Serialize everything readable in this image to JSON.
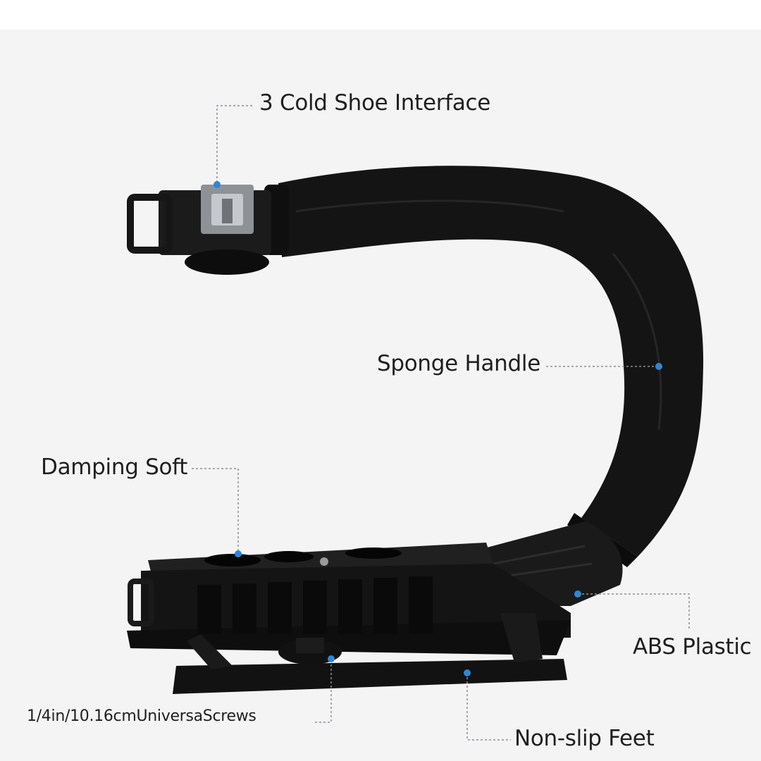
{
  "callouts": {
    "cold_shoe": "3 Cold Shoe Interface",
    "sponge_handle": "Sponge Handle",
    "damping_soft": "Damping Soft",
    "abs_plastic": "ABS Plastic",
    "screws": "1/4in/10.16cmUniversaScrews",
    "non_slip_feet": "Non-slip Feet"
  },
  "colors": {
    "callout_dot": "#2f86d6",
    "leader_line": "#8a8f96",
    "product_body": "#111111",
    "background": "#f4f4f4"
  }
}
